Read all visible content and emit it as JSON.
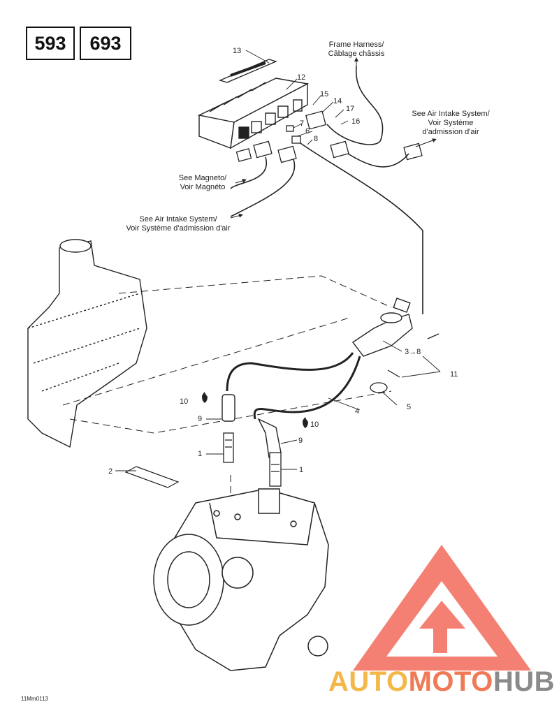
{
  "models": [
    "593",
    "693"
  ],
  "callouts": {
    "frame_harness": [
      "Frame Harness/",
      "Câblage châssis"
    ],
    "air_intake_right": [
      "See Air Intake System/",
      "Voir Système",
      "d'admission d'air"
    ],
    "magneto": [
      "See Magneto/",
      "Voir Magnéto"
    ],
    "air_intake_left": [
      "See Air Intake System/",
      "Voir Système d'admission d'air"
    ]
  },
  "part_numbers": {
    "p1a": "1",
    "p1b": "1",
    "p2": "2",
    "p3": "3→8",
    "p4": "4",
    "p5": "5",
    "p6": "6",
    "p7": "7",
    "p8": "8",
    "p9a": "9",
    "p9b": "9",
    "p10a": "10",
    "p10b": "10",
    "p11": "11",
    "p12": "12",
    "p13": "13",
    "p14": "14",
    "p15": "15",
    "p16": "16",
    "p17": "17"
  },
  "diagram_code": "11Mm0113",
  "watermark": {
    "part1": "AUTO",
    "part2": "MOTO",
    "part3": "HUB"
  },
  "colors": {
    "line": "#222222",
    "logo_red": "#f26a5a",
    "logo_orange": "#f4b84a",
    "logo_gray": "#8a8a8a"
  }
}
